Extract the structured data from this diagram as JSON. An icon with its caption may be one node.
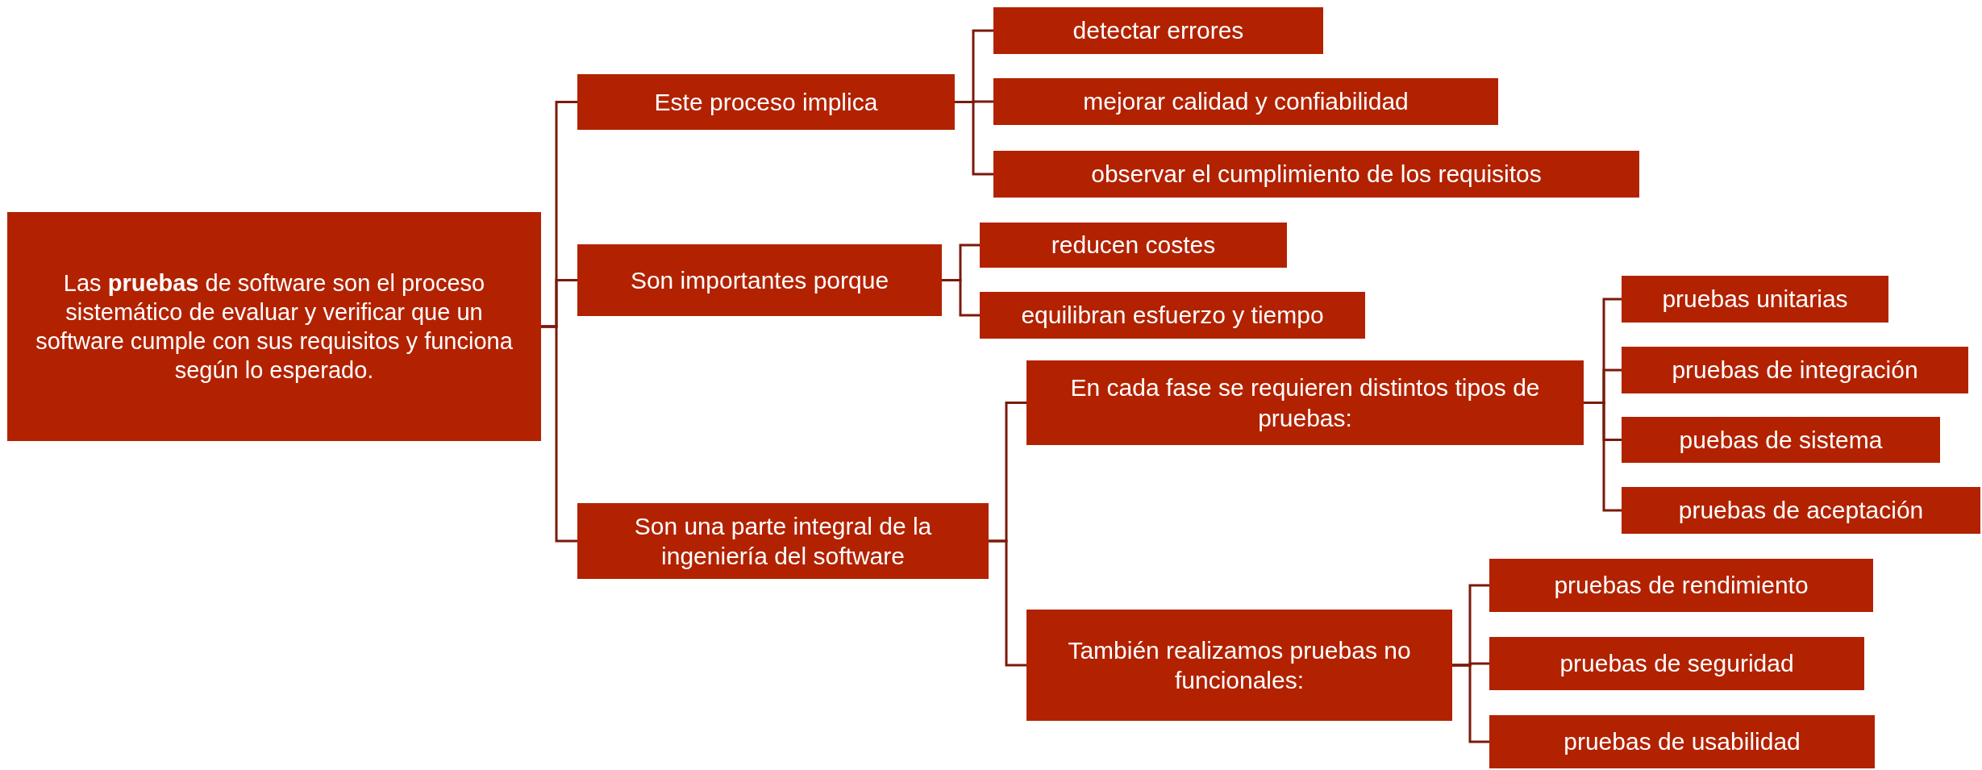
{
  "diagram": {
    "nodes": [
      {
        "text": [
          "Las **pruebas** de software son el proceso sistemático de evaluar y verificar que un software cumple con sus requisitos y funciona según lo esperado."
        ]
      },
      {
        "text": [
          "Este proceso implica"
        ]
      },
      {
        "text": [
          "detectar errores"
        ]
      },
      {
        "text": [
          "mejorar calidad y confiabilidad"
        ]
      },
      {
        "text": [
          "observar el cumplimiento de los requisitos"
        ]
      },
      {
        "text": [
          "Son importantes porque"
        ]
      },
      {
        "text": [
          "reducen costes"
        ]
      },
      {
        "text": [
          "equilibran esfuerzo y tiempo"
        ]
      },
      {
        "text": [
          "Son una parte integral de la ingeniería del software"
        ]
      },
      {
        "text": [
          "En cada fase se requieren distintos tipos de pruebas:"
        ]
      },
      {
        "text": [
          "pruebas unitarias"
        ]
      },
      {
        "text": [
          "pruebas de integración"
        ]
      },
      {
        "text": [
          "puebas de sistema"
        ]
      },
      {
        "text": [
          "pruebas de aceptación"
        ]
      },
      {
        "text": [
          "También realizamos pruebas no funcionales:"
        ]
      },
      {
        "text": [
          "pruebas de rendimiento"
        ]
      },
      {
        "text": [
          "pruebas de seguridad"
        ]
      },
      {
        "text": [
          "pruebas de usabilidad"
        ]
      }
    ],
    "edges": [
      {
        "from": 0,
        "to": 1,
        "arrow": "none"
      },
      {
        "from": 0,
        "to": 5,
        "arrow": "none"
      },
      {
        "from": 0,
        "to": 8,
        "arrow": "none"
      },
      {
        "from": 1,
        "to": 2,
        "arrow": "none"
      },
      {
        "from": 1,
        "to": 3,
        "arrow": "none"
      },
      {
        "from": 1,
        "to": 4,
        "arrow": "none"
      },
      {
        "from": 5,
        "to": 6,
        "arrow": "none"
      },
      {
        "from": 5,
        "to": 7,
        "arrow": "none"
      },
      {
        "from": 8,
        "to": 9,
        "arrow": "none"
      },
      {
        "from": 8,
        "to": 14,
        "arrow": "none"
      },
      {
        "from": 9,
        "to": 10,
        "arrow": "none"
      },
      {
        "from": 9,
        "to": 11,
        "arrow": "none"
      },
      {
        "from": 9,
        "to": 12,
        "arrow": "none"
      },
      {
        "from": 9,
        "to": 13,
        "arrow": "none"
      },
      {
        "from": 14,
        "to": 15,
        "arrow": "none"
      },
      {
        "from": 14,
        "to": 16,
        "arrow": "none"
      },
      {
        "from": 14,
        "to": 17,
        "arrow": "none"
      }
    ]
  }
}
